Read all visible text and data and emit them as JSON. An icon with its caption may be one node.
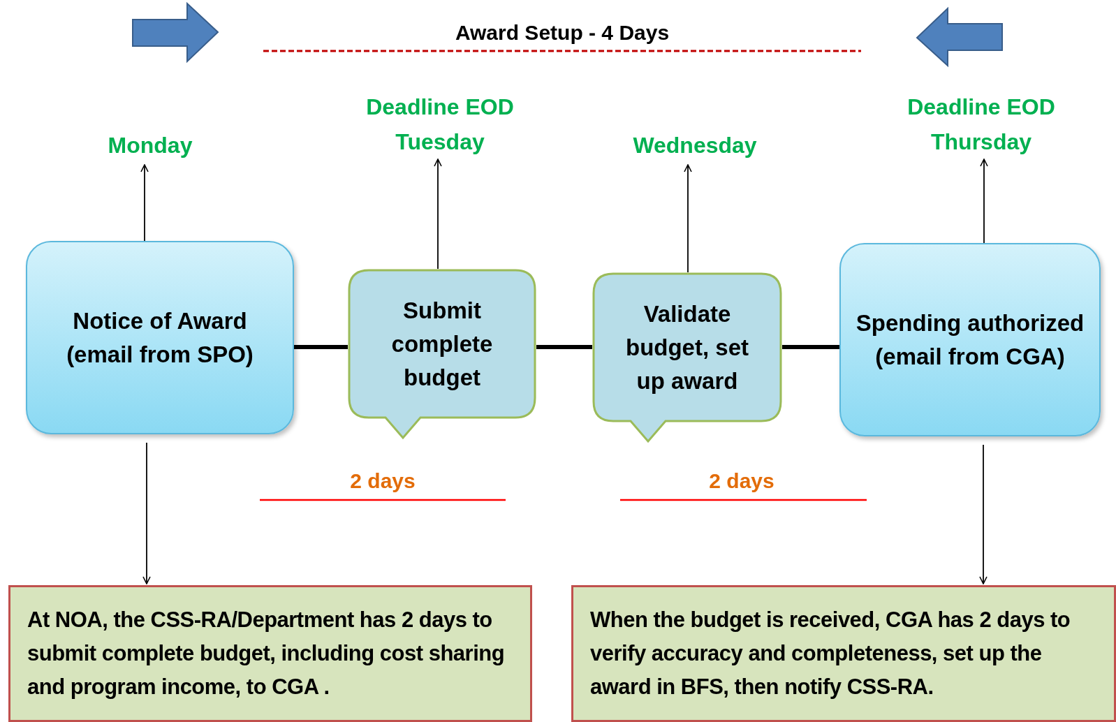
{
  "diagram": {
    "nodes": [
      {
        "text": [
          "Monday"
        ]
      },
      {
        "text": [
          "Deadline EOD Tuesday"
        ]
      },
      {
        "text": [
          "Wednesday"
        ]
      },
      {
        "text": [
          "Deadline EOD Thursday"
        ]
      },
      {
        "text": [
          "Notice of Award (email from SPO)"
        ]
      },
      {
        "text": [
          "Submit complete budget"
        ]
      },
      {
        "text": [
          "Validate budget, set up award"
        ]
      },
      {
        "text": [
          "Spending authorized (email from CGA)"
        ]
      },
      {
        "text": [
          "At NOA, the CSS-RA/Department has 2 days to submit complete budget, including cost sharing and program income, to CGA ."
        ]
      },
      {
        "text": [
          "When the budget is received, CGA has 2 days to verify accuracy and completeness, set up the award in BFS, then notify CSS-RA."
        ]
      }
    ],
    "edges": [
      {
        "from": 4,
        "to": 0,
        "arrow": "to"
      },
      {
        "from": 5,
        "to": 1,
        "arrow": "to"
      },
      {
        "from": 6,
        "to": 2,
        "arrow": "to"
      },
      {
        "from": 7,
        "to": 3,
        "arrow": "to"
      },
      {
        "from": 4,
        "to": 5,
        "arrow": "none",
        "style": "thick"
      },
      {
        "from": 5,
        "to": 6,
        "arrow": "none",
        "style": "thick"
      },
      {
        "from": 6,
        "to": 7,
        "arrow": "none",
        "style": "thick"
      },
      {
        "from": 4,
        "to": 8,
        "arrow": "to"
      },
      {
        "from": 7,
        "to": 9,
        "arrow": "to"
      }
    ],
    "labels": [
      "Award Setup - 4 Days",
      "2 days",
      "2 days"
    ]
  }
}
